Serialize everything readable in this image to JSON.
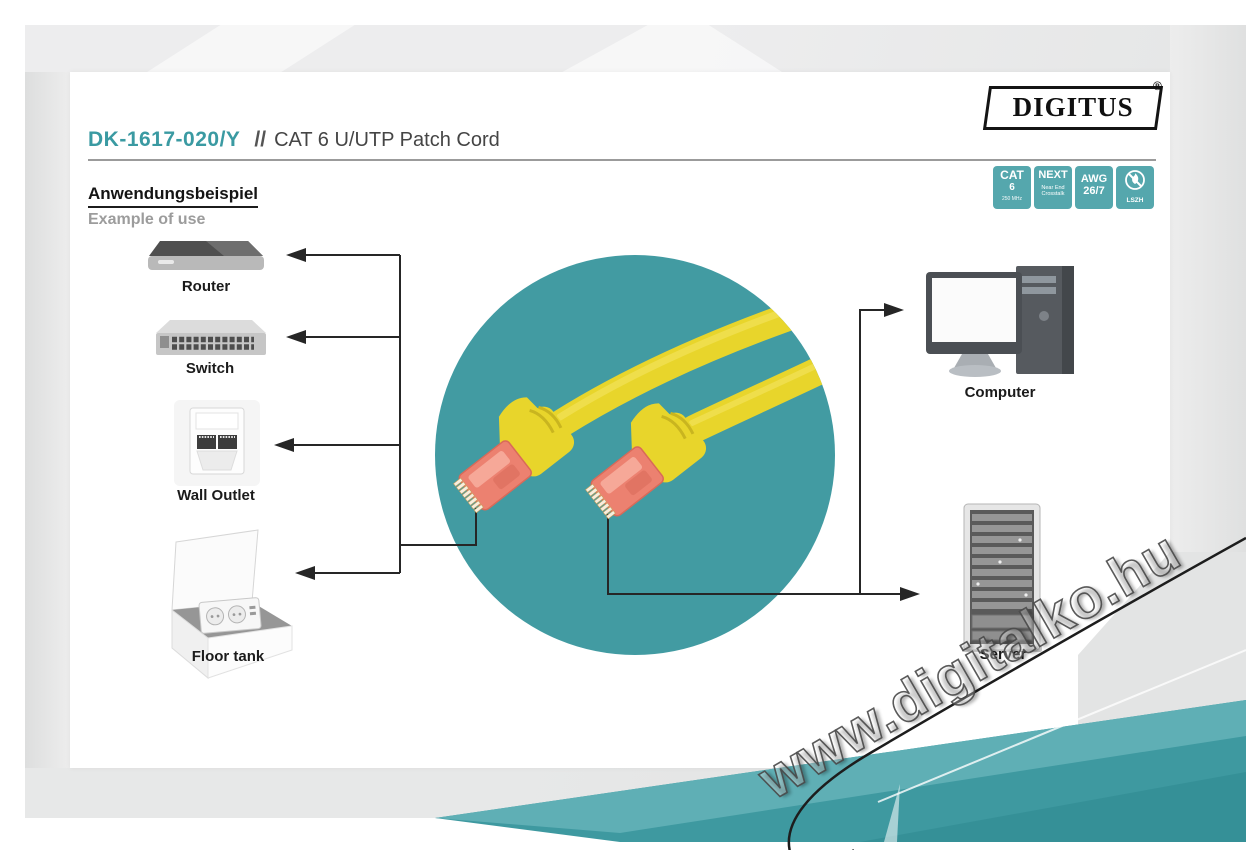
{
  "header": {
    "product_code": "DK-1617-020/Y",
    "separator": "//",
    "product_name": "CAT 6 U/UTP Patch Cord"
  },
  "brand": {
    "name": "DIGITUS",
    "registered": "®"
  },
  "section": {
    "heading_de": "Anwendungsbeispiel",
    "heading_en": "Example of use"
  },
  "badges": {
    "cat": {
      "line1": "CAT",
      "line2": "6",
      "line3": "250 MHz"
    },
    "next": {
      "line1": "NEXT",
      "line2": "Near End",
      "line3": "Crosstalk"
    },
    "awg": {
      "line1": "AWG",
      "line2": "26/7"
    },
    "lszh": {
      "label": "LSZH",
      "icon": "no-flame-icon"
    }
  },
  "devices": {
    "left": [
      {
        "label": "Router"
      },
      {
        "label": "Switch"
      },
      {
        "label": "Wall Outlet"
      },
      {
        "label": "Floor tank"
      }
    ],
    "right": [
      {
        "label": "Computer"
      },
      {
        "label": "Server"
      }
    ]
  },
  "watermark": {
    "text": "www.digitalko.hu"
  },
  "colors": {
    "accent_teal": "#429BA2",
    "badge_teal": "#55A7AD",
    "cable_yellow": "#E8D52B",
    "plug_salmon": "#EC8170",
    "line_black": "#262626"
  }
}
